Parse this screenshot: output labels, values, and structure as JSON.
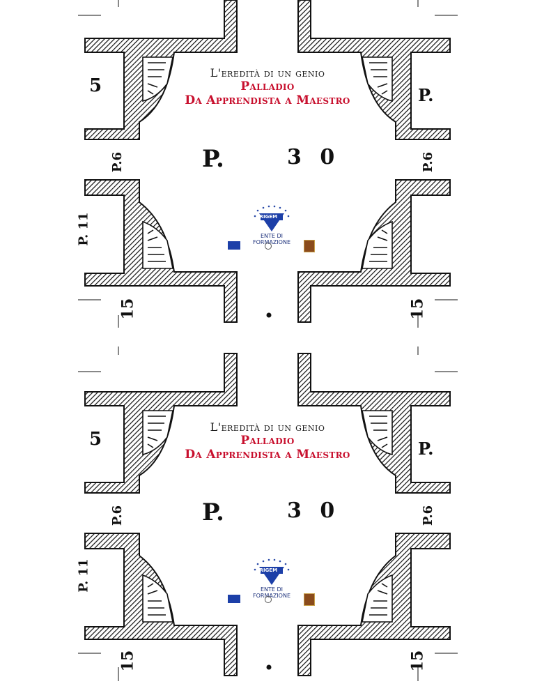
{
  "brochure": {
    "subtitle": "L'eredità di un genio",
    "title": "Palladio",
    "tagline": "Da Apprendista a Maestro",
    "ente_label": "ENTE DI FORMAZIONE",
    "logo_text": "IRIGEM",
    "plan_labels": {
      "center_p": "P.",
      "center_num": "3 0",
      "left_top": "5",
      "right_top": "P.",
      "left_mid": "P.6",
      "right_mid": "P.6",
      "left_lower": "P. 11",
      "bottom_left": "15",
      "bottom_right": "15"
    },
    "colors": {
      "accent": "#c8102e",
      "ink": "#111111",
      "eu_blue": "#1c3fa8"
    }
  }
}
